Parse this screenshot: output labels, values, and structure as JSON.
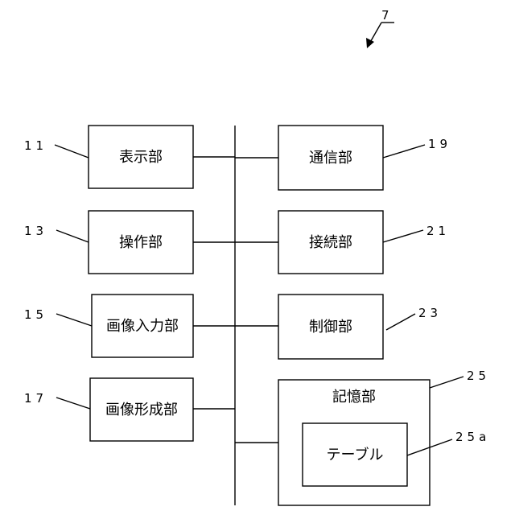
{
  "figure_ref": "7",
  "left_units": [
    {
      "ref": "11",
      "label": "表示部"
    },
    {
      "ref": "13",
      "label": "操作部"
    },
    {
      "ref": "15",
      "label": "画像入力部"
    },
    {
      "ref": "17",
      "label": "画像形成部"
    }
  ],
  "right_units": [
    {
      "ref": "19",
      "label": "通信部"
    },
    {
      "ref": "21",
      "label": "接続部"
    },
    {
      "ref": "23",
      "label": "制御部"
    }
  ],
  "storage": {
    "ref": "25",
    "label": "記憶部",
    "table": {
      "ref": "25a",
      "label": "テーブル"
    }
  }
}
